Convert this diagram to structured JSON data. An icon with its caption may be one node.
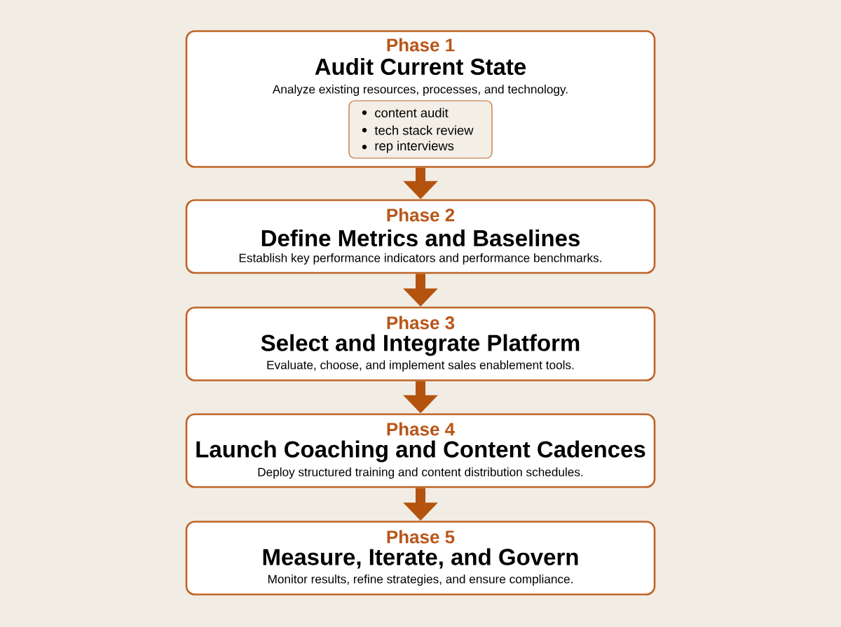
{
  "diagram": {
    "nodes": [
      {
        "text": [
          "Phase 1",
          "Audit Current State",
          "Analyze existing resources, processes, and technology."
        ]
      },
      {
        "text": [
          "content audit",
          "tech stack review",
          "rep interviews"
        ],
        "in": 0
      },
      {
        "text": [
          "Phase 2",
          "Define Metrics and Baselines",
          "Establish key performance indicators and performance benchmarks."
        ]
      },
      {
        "text": [
          "Phase 3",
          "Select and Integrate Platform",
          "Evaluate, choose, and implement sales enablement tools."
        ]
      },
      {
        "text": [
          "Phase 4",
          "Launch Coaching and Content Cadences",
          "Deploy structured training and content distribution schedules."
        ]
      },
      {
        "text": [
          "Phase 5",
          "Measure, Iterate, and Govern",
          "Monitor results, refine strategies, and ensure compliance."
        ]
      }
    ],
    "edges": [
      {
        "from": 0,
        "to": 2,
        "arrow": "to"
      },
      {
        "from": 2,
        "to": 3,
        "arrow": "to"
      },
      {
        "from": 3,
        "to": 4,
        "arrow": "to"
      },
      {
        "from": 4,
        "to": 5,
        "arrow": "to"
      }
    ]
  }
}
